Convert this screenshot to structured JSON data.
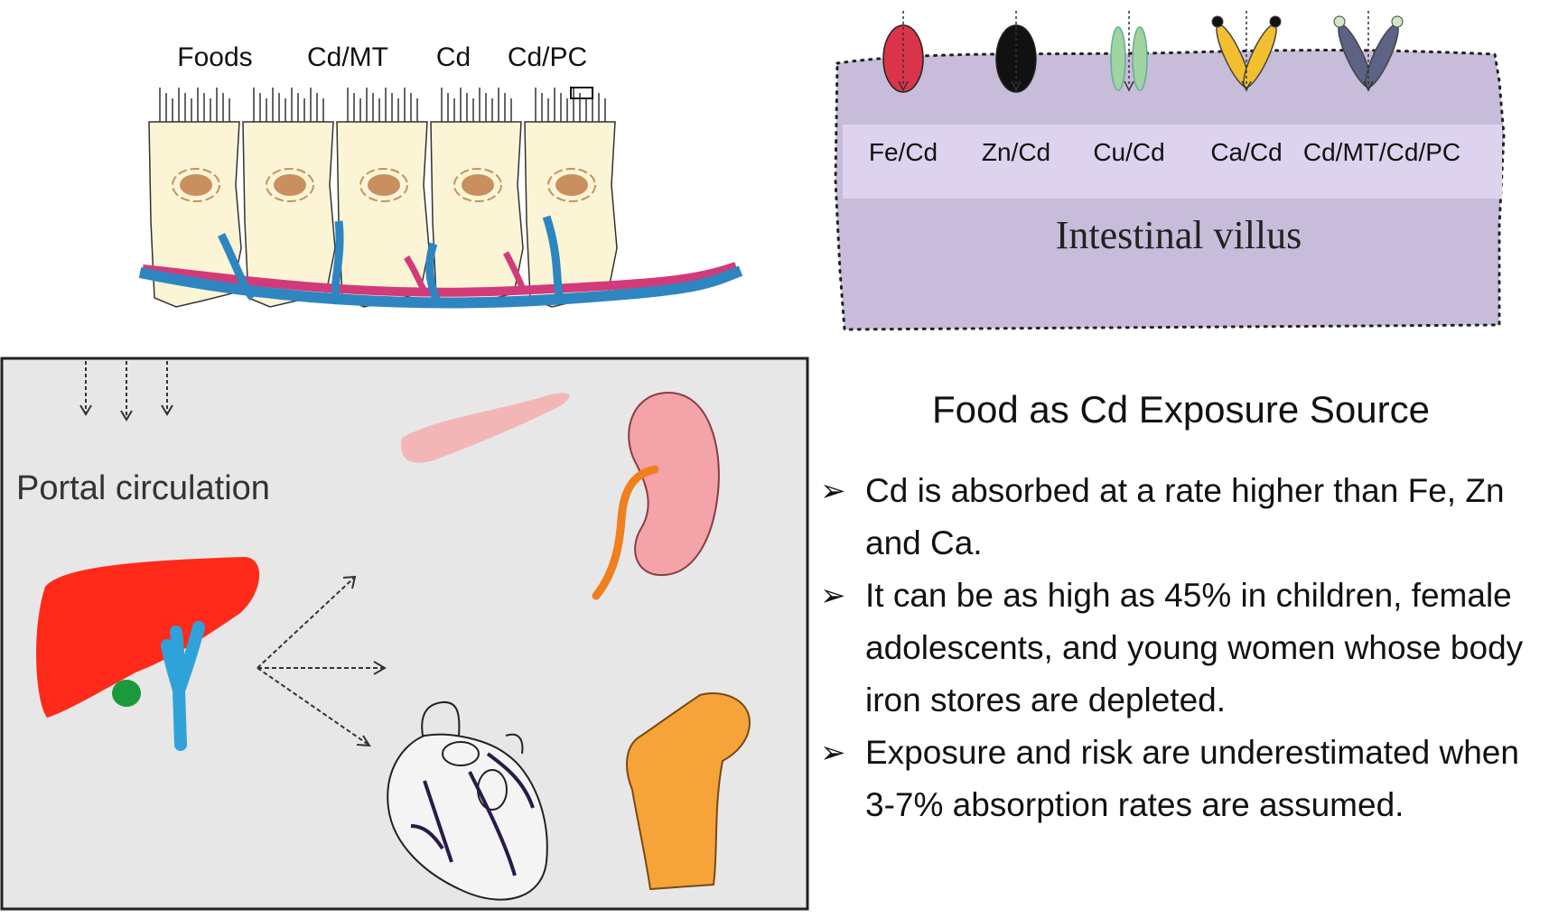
{
  "cells_panel": {
    "labels": [
      "Foods",
      "Cd/MT",
      "Cd",
      "Cd/PC"
    ],
    "colors": {
      "cell_fill": "#fbf5d6",
      "nucleus": "#c98f5e",
      "vein": "#2e86c1",
      "artery": "#d23a7a"
    }
  },
  "villus_panel": {
    "transporters": [
      {
        "label": "Fe/Cd",
        "color": "#d9344a"
      },
      {
        "label": "Zn/Cd",
        "color": "#111111"
      },
      {
        "label": "Cu/Cd",
        "color": "#9fd39f"
      },
      {
        "label": "Ca/Cd",
        "color": "#f2c02e"
      },
      {
        "label": "Cd/MT/Cd/PC",
        "color": "#5c6384"
      }
    ],
    "title": "Intestinal villus",
    "colors": {
      "villus_fill": "#c7bcd9",
      "band_fill": "#ddd3ee"
    }
  },
  "portal_panel": {
    "label": "Portal circulation",
    "organs": [
      "liver-icon",
      "pancreas-icon",
      "kidney-icon",
      "heart-icon",
      "bone-icon"
    ],
    "colors": {
      "background": "#e7e7e7",
      "liver": "#ff2a1a",
      "gallbladder": "#1a9a3a",
      "duct": "#2fa3d9",
      "pancreas": "#f3b6b6",
      "kidney": "#f4a3a8",
      "ureter": "#f07f1e",
      "bone": "#f6a33a"
    }
  },
  "text_panel": {
    "title": "Food as Cd Exposure Source",
    "bullets": [
      "Cd is absorbed at a rate higher than Fe, Zn and Ca.",
      "It can be as high as 45% in children, female adolescents, and young women whose body iron stores are depleted.",
      "Exposure and risk are underestimated when 3-7% absorption rates are assumed."
    ],
    "bullet_symbol": "➢"
  }
}
